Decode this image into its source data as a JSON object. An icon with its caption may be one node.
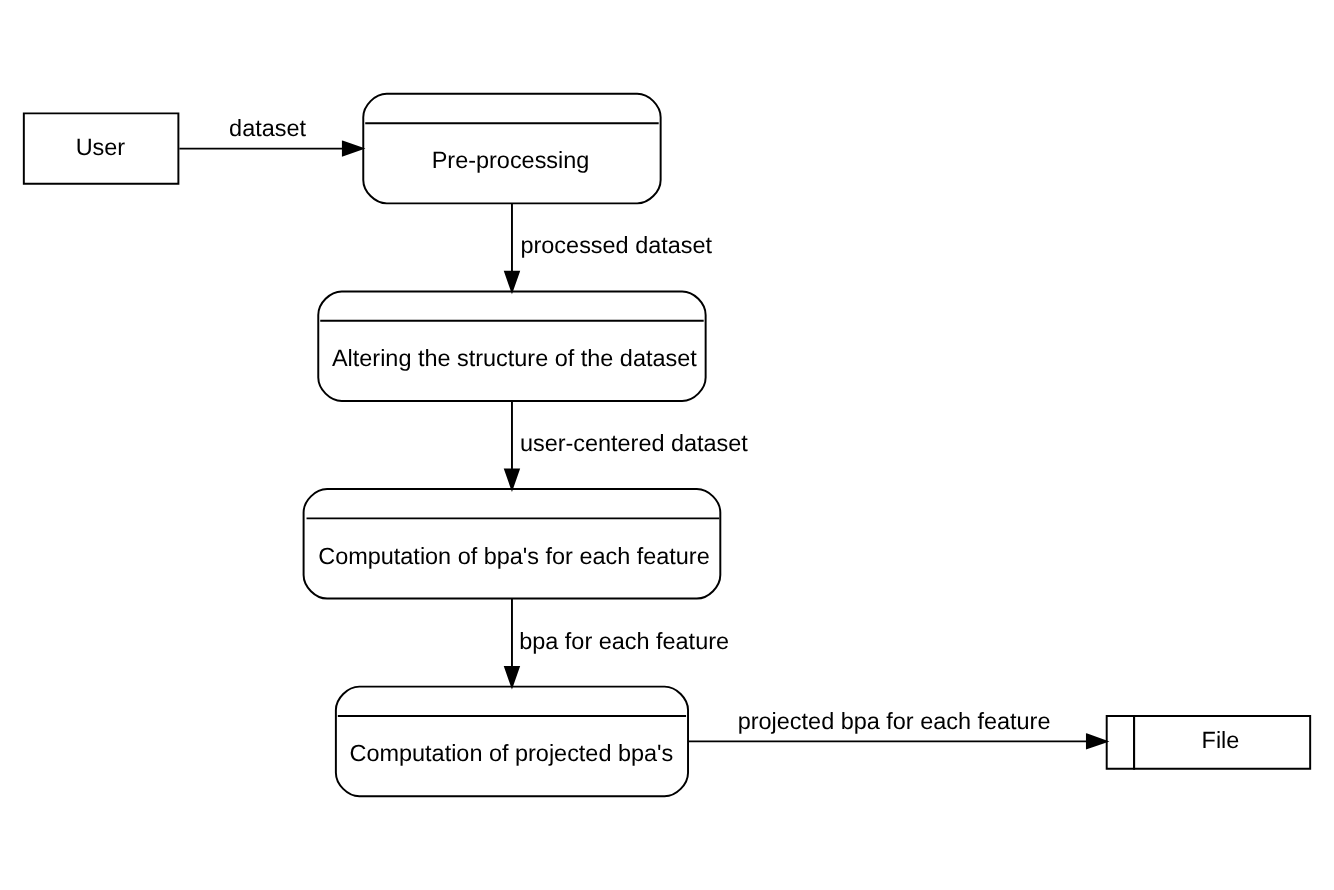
{
  "diagram": {
    "nodes": [
      {
        "text": [
          "User"
        ]
      },
      {
        "text": [
          "Pre-processing"
        ]
      },
      {
        "text": [
          "Altering the structure of the dataset"
        ]
      },
      {
        "text": [
          "Computation of bpa's for each feature"
        ]
      },
      {
        "text": [
          "Computation of projected bpa's"
        ]
      },
      {
        "text": [
          "File"
        ]
      }
    ],
    "edges": [
      {
        "from": 0,
        "to": 1,
        "arrow": "to",
        "label": "dataset"
      },
      {
        "from": 1,
        "to": 2,
        "arrow": "to",
        "label": "processed dataset"
      },
      {
        "from": 2,
        "to": 3,
        "arrow": "to",
        "label": "user-centered dataset"
      },
      {
        "from": 3,
        "to": 4,
        "arrow": "to",
        "label": "bpa for each feature"
      },
      {
        "from": 4,
        "to": 5,
        "arrow": "to",
        "label": "projected bpa for each feature"
      }
    ]
  }
}
